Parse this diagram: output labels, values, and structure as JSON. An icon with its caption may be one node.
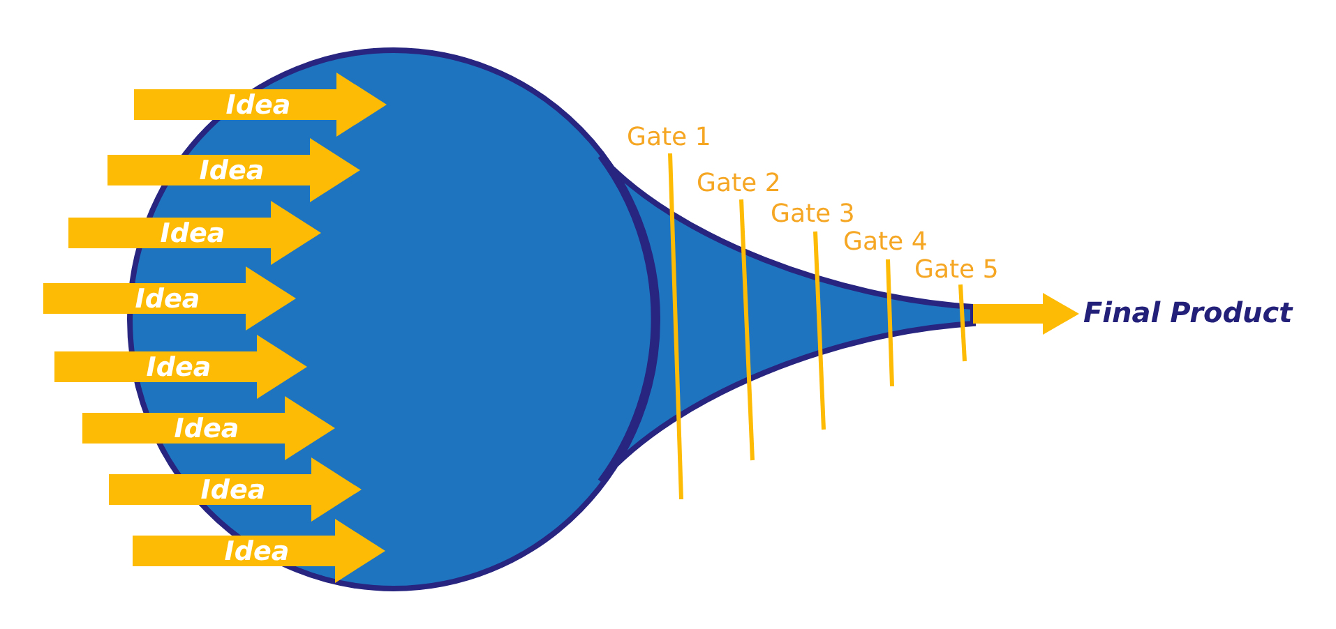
{
  "diagram": {
    "nodes": [
      {
        "text": [],
        "shape": "funnel"
      },
      {
        "text": [
          "Final Product"
        ]
      }
    ],
    "edges": [
      {
        "from": null,
        "to": 0,
        "arrow": "to",
        "label": "Idea"
      },
      {
        "from": null,
        "to": 0,
        "arrow": "to",
        "label": "Idea"
      },
      {
        "from": null,
        "to": 0,
        "arrow": "to",
        "label": "Idea"
      },
      {
        "from": null,
        "to": 0,
        "arrow": "to",
        "label": "Idea"
      },
      {
        "from": null,
        "to": 0,
        "arrow": "to",
        "label": "Idea"
      },
      {
        "from": null,
        "to": 0,
        "arrow": "to",
        "label": "Idea"
      },
      {
        "from": null,
        "to": 0,
        "arrow": "to",
        "label": "Idea"
      },
      {
        "from": null,
        "to": 0,
        "arrow": "to",
        "label": "Idea"
      },
      {
        "from": 0,
        "to": 1,
        "arrow": "to"
      }
    ],
    "labels": [
      "Gate 1",
      "Gate 2",
      "Gate 3",
      "Gate 4",
      "Gate 5"
    ]
  }
}
